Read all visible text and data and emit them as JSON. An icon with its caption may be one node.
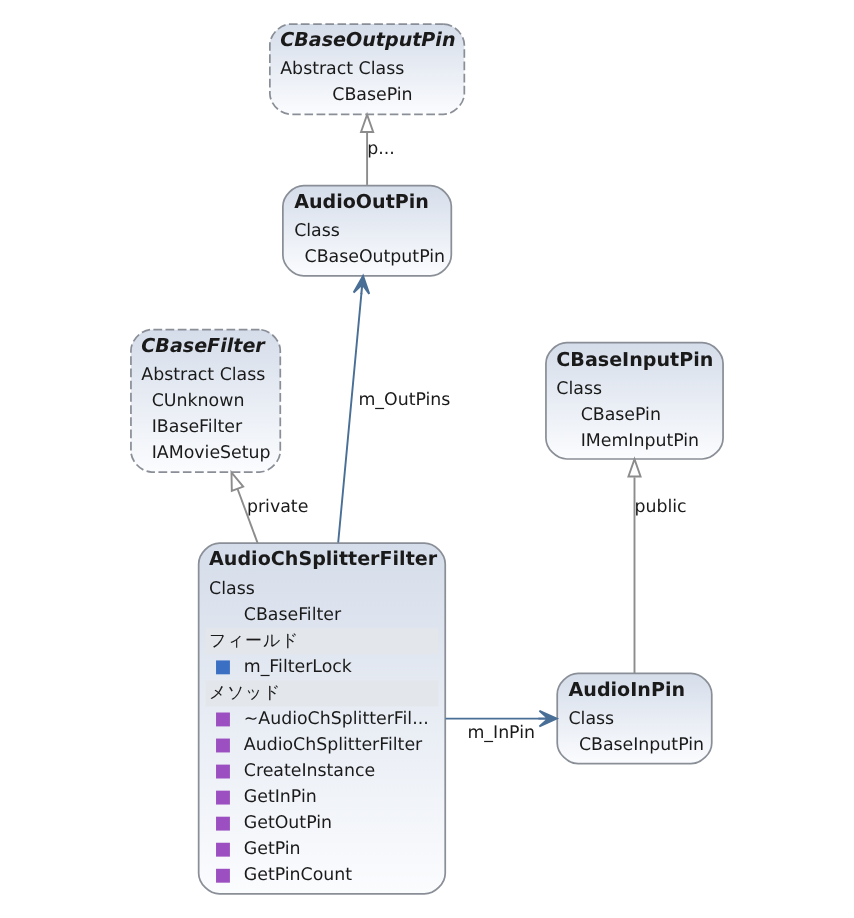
{
  "diagram": {
    "nodes": [
      {
        "text": [
          "CBaseFilter",
          "Abstract Class",
          "CUnknown",
          "IBaseFilter",
          "IAMovieSetup"
        ]
      },
      {
        "text": [
          "CBaseOutputPin",
          "Abstract Class",
          "CBasePin"
        ]
      },
      {
        "text": [
          "AudioChSplitterFilter",
          "Class",
          "CBaseFilter",
          "フィールド",
          "m_FilterLock",
          "メソッド",
          "~AudioChSplitterFil...",
          "AudioChSplitterFilter",
          "CreateInstance",
          "GetInPin",
          "GetOutPin",
          "GetPin",
          "GetPinCount"
        ]
      },
      {
        "text": [
          "AudioOutPin",
          "Class",
          "CBaseOutputPin"
        ]
      },
      {
        "text": [
          "CBaseInputPin",
          "Class",
          "CBasePin",
          "IMemInputPin"
        ]
      },
      {
        "text": [
          "AudioInPin",
          "Class",
          "CBaseInputPin"
        ]
      }
    ],
    "edges": [
      {
        "from": 2,
        "to": 0,
        "arrow": "to",
        "label": "private"
      },
      {
        "from": 3,
        "to": 1,
        "arrow": "to",
        "label": "p..."
      },
      {
        "from": 2,
        "to": 3,
        "arrow": "to",
        "label": "m_OutPins",
        "color": "#4a6f96"
      },
      {
        "from": 5,
        "to": 4,
        "arrow": "to",
        "label": "public"
      },
      {
        "from": 2,
        "to": 5,
        "arrow": "to",
        "label": "m_InPin",
        "color": "#4a6f96"
      }
    ]
  }
}
